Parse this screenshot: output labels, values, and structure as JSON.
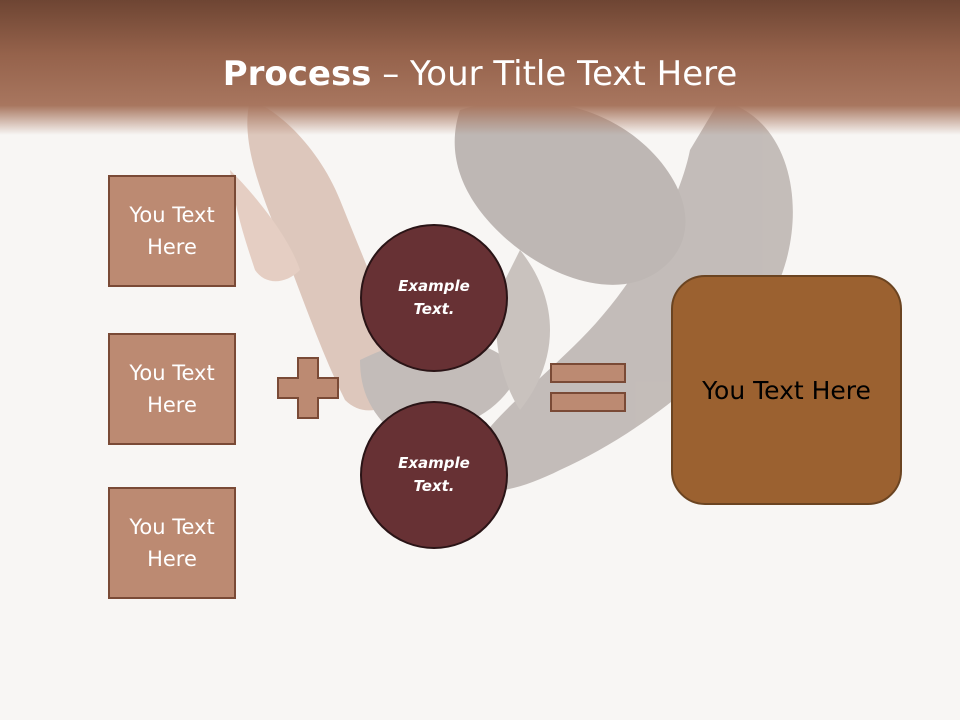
{
  "title": {
    "strong": "Process",
    "rest": " – Your Title Text Here"
  },
  "left_boxes": [
    {
      "label": "You Text Here"
    },
    {
      "label": "You Text Here"
    },
    {
      "label": "You Text Here"
    }
  ],
  "circles": [
    {
      "label": "Example Text."
    },
    {
      "label": "Example Text."
    }
  ],
  "result": {
    "label": "You Text Here"
  },
  "colors": {
    "header": "#95624b",
    "box_fill": "#bc8a72",
    "box_border": "#7a4a36",
    "circle_fill": "#673134",
    "result_fill": "#9b6130",
    "background": "#f8f6f4"
  },
  "icons": {
    "plus": "plus-icon",
    "equals": "equals-icon"
  }
}
